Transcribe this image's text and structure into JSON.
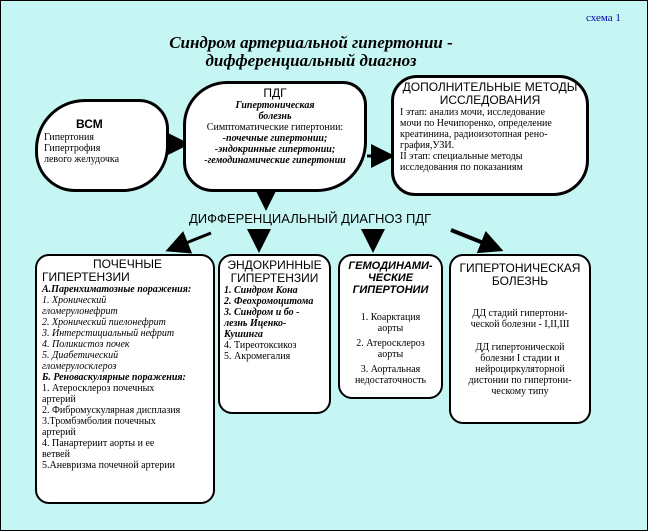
{
  "scheme_label": "схема 1",
  "title": {
    "line1": "Синдром артериальной гипертонии -",
    "line2": "дифференциальный диагноз"
  },
  "vsm": {
    "heading": "ВСМ",
    "lines": [
      "Гипертония",
      "Гипертрофия",
      "левого желудочка"
    ]
  },
  "pdg": {
    "heading": "ПДГ",
    "sub1": "Гипертоническая",
    "sub2": "болезнь",
    "symptomatic": "Симптоматические гипертонии:",
    "items": [
      "-почечные гипертонии;",
      "-эндокринные гипертонии;",
      "-гемодинамические гипертонии"
    ]
  },
  "methods": {
    "heading1": "ДОПОЛНИТЕЛЬНЫЕ МЕТОДЫ",
    "heading2": "ИССЛЕДОВАНИЯ",
    "lines": [
      "I этап: анализ мочи, исследование",
      "мочи по Нечипоренко, определение",
      "креатинина, радиоизотопная рено-",
      "графия,УЗИ.",
      "II этап: специальные методы",
      "исследования по показаниям"
    ]
  },
  "diff_title": "ДИФФЕРЕНЦИАЛЬНЫЙ ДИАГНОЗ  ПДГ",
  "renal": {
    "heading1": "ПОЧЕЧНЫЕ",
    "heading2": "ГИПЕРТЕНЗИИ",
    "section_a": "А.Паренхиматозные поражения:",
    "a_items": [
      "1. Хронический",
      "гломерулонефрит",
      "2. Хронический пиелонефрит",
      "3. Интерстициальный нефрит",
      "4. Поликистоз почек",
      "5.  Диабетический",
      "гломерулосклероз"
    ],
    "section_b": "Б. Реноваскулярные поражения:",
    "b_items": [
      "1. Атеросклероз почечных",
      "артерий",
      "2. Фибромускулярная дисплазия",
      "3.Тромбэмболия почечных",
      "артерий",
      "4. Панартериит аорты и ее",
      "ветвей",
      "5.Аневризма почечной артерии"
    ]
  },
  "endocrine": {
    "heading1": "ЭНДОКРИННЫЕ",
    "heading2": "ГИПЕРТЕНЗИИ",
    "bold_items": [
      "1.  Синдром Кона",
      "2.  Феохромоцитома",
      "3.  Синдром и бо -",
      "лезнь Иценко-",
      "Кушинга"
    ],
    "items": [
      "4. Тиреотоксикоз",
      "5. Акромегалия"
    ]
  },
  "hemo": {
    "heading": [
      "ГЕМОДИНАМИ-",
      "ЧЕСКИЕ",
      "ГИПЕРТОНИИ"
    ],
    "items": [
      "1.  Коарктация",
      "аорты",
      "2.  Атеросклероз",
      "аорты",
      "3.  Аортальная",
      "недостаточность"
    ]
  },
  "hypert": {
    "heading": [
      "ГИПЕРТОНИЧЕСКАЯ",
      "БОЛЕЗНЬ"
    ],
    "para1": [
      "ДД стадий гипертони-",
      "ческой болезни - I,II,III"
    ],
    "para2": [
      "ДД гипертонической",
      "болезни I стадии и",
      "нейроциркуляторной",
      "дистонии по гипертони-",
      "ческому типу"
    ]
  }
}
